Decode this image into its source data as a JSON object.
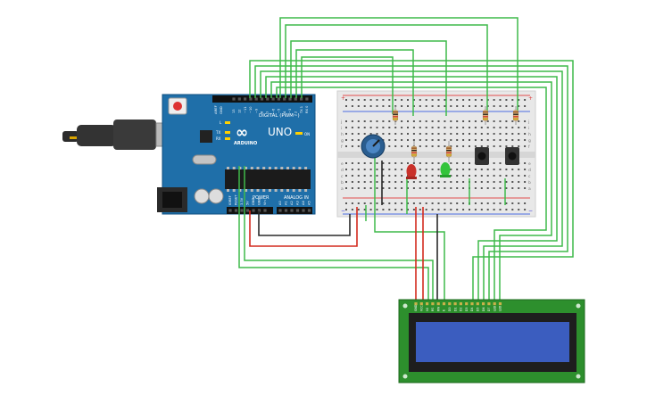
{
  "arduino": {
    "brand": "ARDUINO",
    "model": "UNO",
    "logo": "∞",
    "digital_label": "DIGITAL (PWM~)",
    "power_label": "POWER",
    "analog_label": "ANALOG IN",
    "on_label": "ON",
    "led_l": "L",
    "led_tx": "TX",
    "led_rx": "RX",
    "aref": "AREF",
    "gnd": "GND",
    "digital_pins": [
      "13",
      "12",
      "~11",
      "~10",
      "~9",
      "8",
      "7",
      "~6",
      "~5",
      "4",
      "~3",
      "2",
      "TX 1",
      "RX 0"
    ],
    "power_pins": [
      "IOREF",
      "RESET",
      "3.3V",
      "5V",
      "GND",
      "GND",
      "Vin"
    ],
    "analog_pins": [
      "A0",
      "A1",
      "A2",
      "A3",
      "A4",
      "A5"
    ]
  },
  "breadboard": {
    "row_letters_top": [
      "j",
      "i",
      "h",
      "g",
      "f"
    ],
    "row_letters_bottom": [
      "e",
      "d",
      "c",
      "b",
      "a"
    ],
    "plus": "+",
    "minus": "−"
  },
  "lcd": {
    "pins": [
      "GND",
      "VCC",
      "V0",
      "RS",
      "RW",
      "E",
      "D0",
      "D1",
      "D2",
      "D3",
      "D4",
      "D5",
      "D6",
      "D7",
      "LED",
      "LED"
    ]
  },
  "colors": {
    "wire_green": "#3fba4a",
    "wire_red": "#d42a1e",
    "wire_black": "#2a2a2a",
    "arduino_body": "#1f6fa9",
    "lcd_pcb": "#2d8f2d",
    "lcd_screen": "#3b5dbf",
    "led_red": "#c9312a",
    "led_green": "#33c43a"
  }
}
